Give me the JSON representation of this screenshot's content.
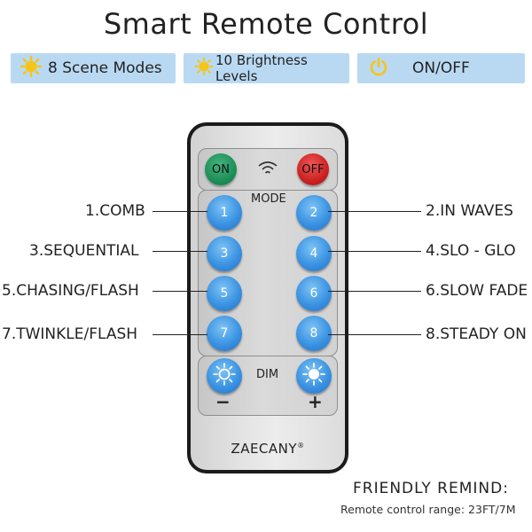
{
  "title": "Smart Remote Control",
  "features": [
    {
      "label": "8 Scene Modes",
      "icon": "sun-icon"
    },
    {
      "label": "10 Brightness Levels",
      "icon": "sun-icon"
    },
    {
      "label": "ON/OFF",
      "icon": "power-icon"
    }
  ],
  "remote": {
    "on_label": "ON",
    "off_label": "OFF",
    "mode_label": "MODE",
    "mode_buttons": [
      "1",
      "2",
      "3",
      "4",
      "5",
      "6",
      "7",
      "8"
    ],
    "dim_label": "DIM",
    "minus_label": "−",
    "plus_label": "+",
    "brand": "ZAECANY",
    "brand_mark": "®"
  },
  "modes": [
    "1.COMB",
    "2.IN WAVES",
    "3.SEQUENTIAL",
    "4.SLO - GLO",
    "5.CHASING/FLASH",
    "6.SLOW FADE",
    "7.TWINKLE/FLASH",
    "8.STEADY ON"
  ],
  "remind": {
    "title": "FRIENDLY REMIND:",
    "text": "Remote control range: 23FT/7M"
  },
  "colors": {
    "banner": "#b9d9f3",
    "icon_yellow": "#f5c518",
    "button_blue": "#3b93e2",
    "on_green": "#178a52",
    "off_red": "#c41a1a"
  }
}
